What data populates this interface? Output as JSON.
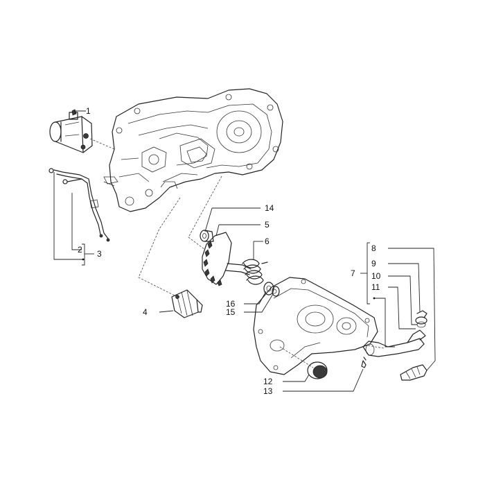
{
  "diagram": {
    "callouts": {
      "c1": "1",
      "c2": "2",
      "c3": "3",
      "c4": "4",
      "c5": "5",
      "c6": "6",
      "c7": "7",
      "c8": "8",
      "c9": "9",
      "c10": "10",
      "c11": "11",
      "c12": "12",
      "c13": "13",
      "c14": "14",
      "c15": "15",
      "c16": "16"
    },
    "colors": {
      "line": "#222222",
      "background": "#ffffff"
    }
  }
}
